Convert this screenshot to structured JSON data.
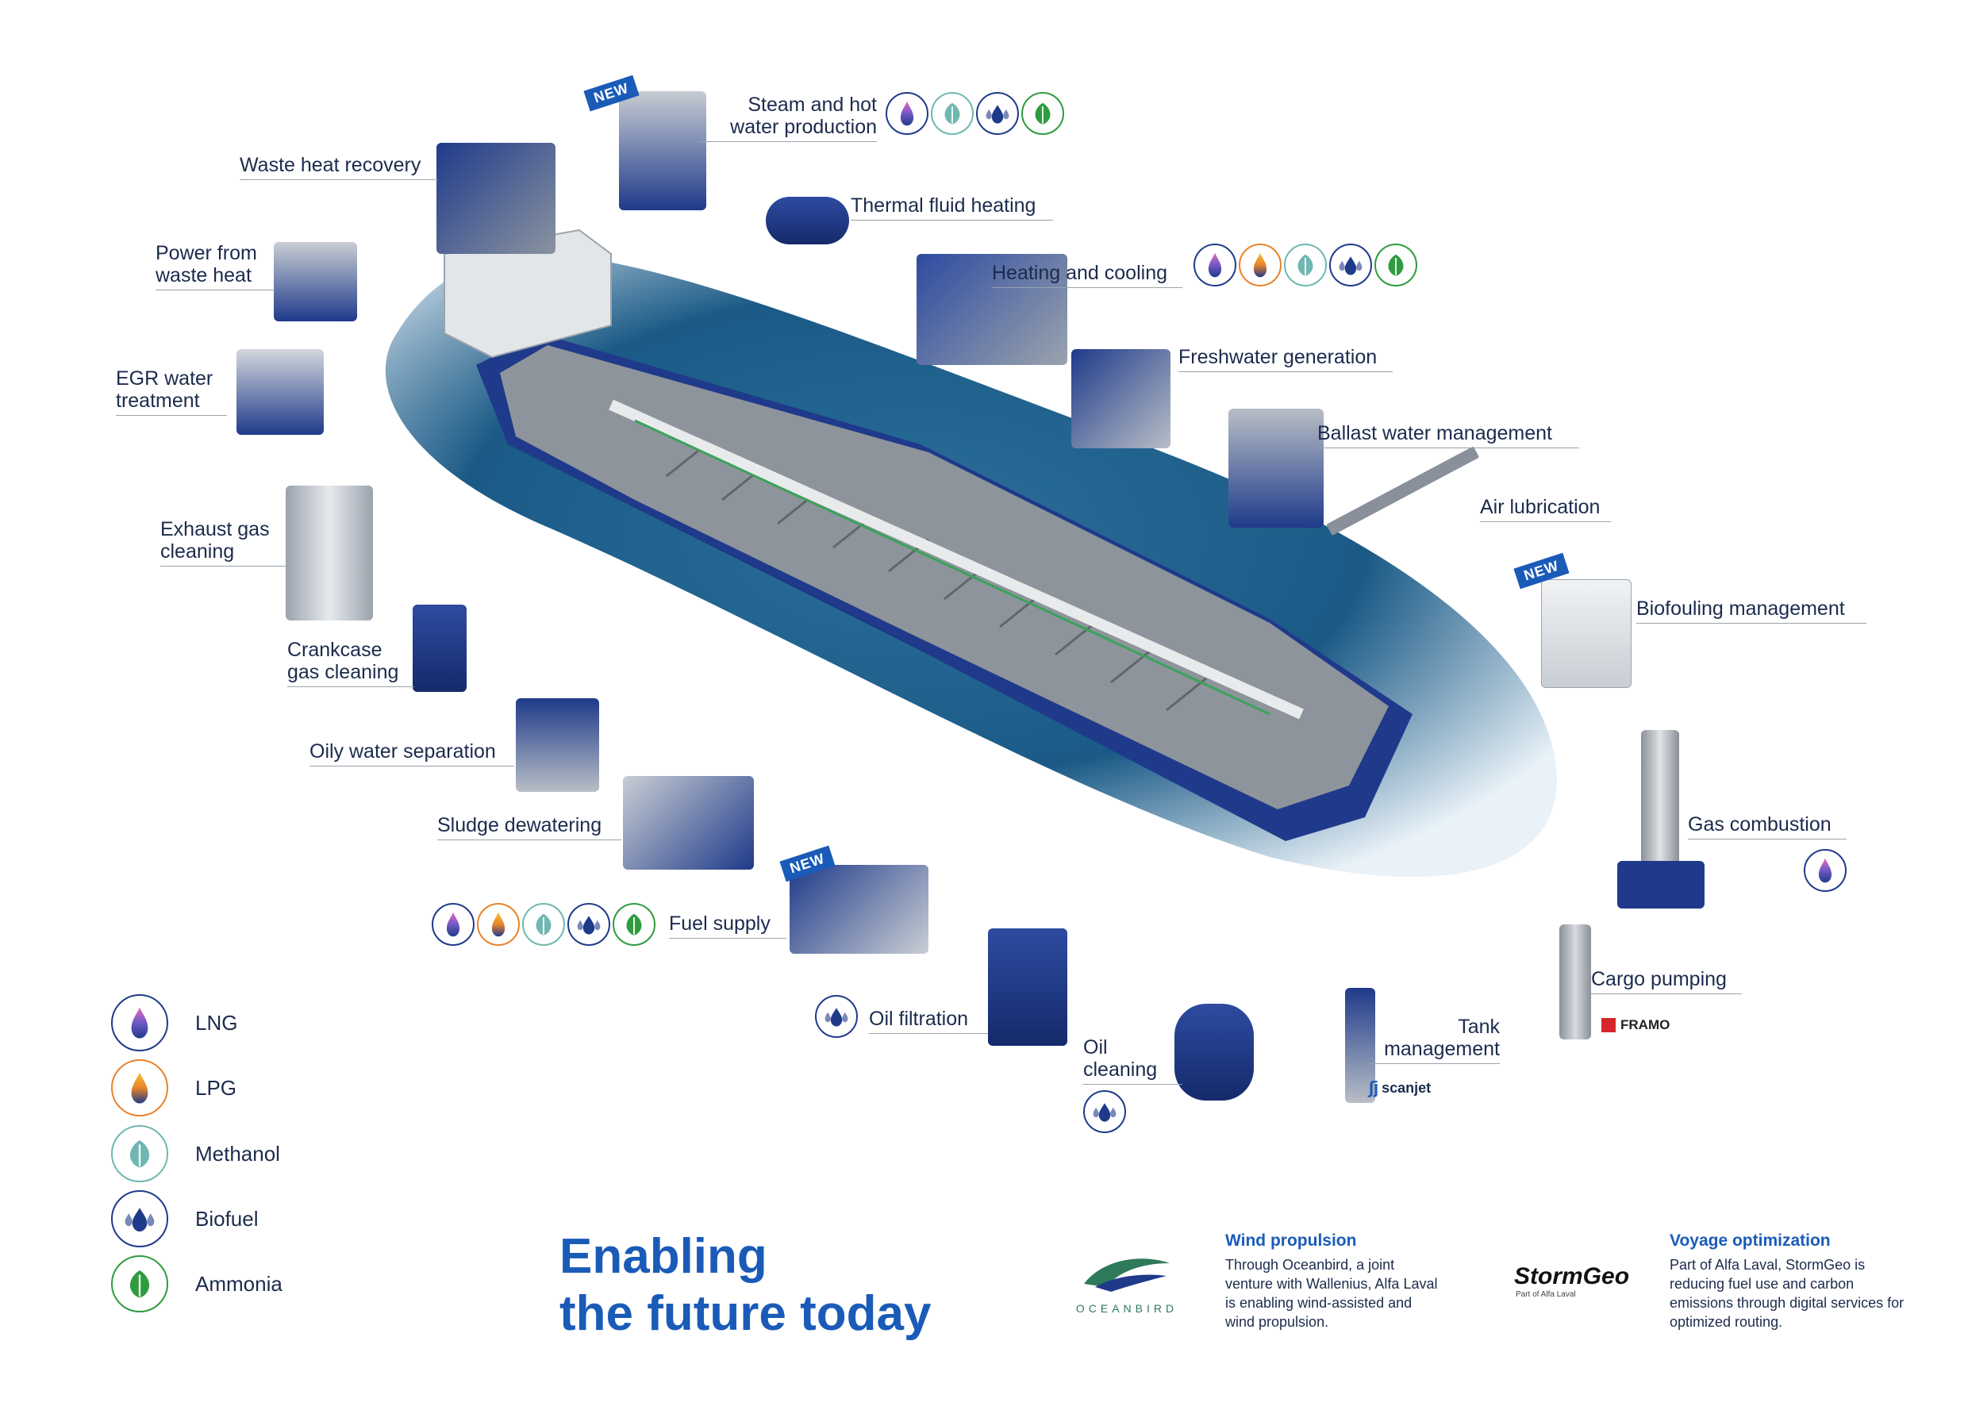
{
  "labels": {
    "steam": "Steam and hot water production",
    "waste_heat_recovery": "Waste heat recovery",
    "thermal_fluid": "Thermal fluid heating",
    "power_waste_heat": "Power from waste heat",
    "heating_cooling": "Heating and cooling",
    "egr": "EGR water treatment",
    "freshwater": "Freshwater generation",
    "ballast": "Ballast water management",
    "exhaust": "Exhaust gas cleaning",
    "air_lubrication": "Air lubrication",
    "biofouling": "Biofouling management",
    "crankcase": "Crankcase gas cleaning",
    "oily_water": "Oily water separation",
    "gas_combustion": "Gas combustion",
    "sludge": "Sludge dewatering",
    "fuel_supply": "Fuel supply",
    "cargo_pumping": "Cargo pumping",
    "oil_filtration": "Oil filtration",
    "tank_management": "Tank management",
    "oil_cleaning": "Oil cleaning"
  },
  "new_tag": "NEW",
  "legend": [
    {
      "key": "lng",
      "label": "LNG"
    },
    {
      "key": "lpg",
      "label": "LPG"
    },
    {
      "key": "methanol",
      "label": "Methanol"
    },
    {
      "key": "biofuel",
      "label": "Biofuel"
    },
    {
      "key": "ammonia",
      "label": "Ammonia"
    }
  ],
  "title_line1": "Enabling",
  "title_line2": "the future today",
  "oceanbird_logo": "OCEANBIRD",
  "wind": {
    "heading": "Wind propulsion",
    "body": "Through Oceanbird, a joint venture with Wallenius, Alfa Laval is enabling wind-assisted and wind propulsion."
  },
  "stormgeo_logo": "StormGeo",
  "stormgeo_sub": "Part of Alfa Laval",
  "voyage": {
    "heading": "Voyage optimization",
    "body": "Part of Alfa Laval, StormGeo is reducing fuel use and carbon emissions through digital services for optimized routing."
  },
  "framo_logo": "FRAMO",
  "scanjet_logo": "scanjet",
  "colors": {
    "brand_blue": "#1a5bb8",
    "ship_hull": "#1f3a8a",
    "lng": "#1f3a8a",
    "lpg": "#e8832a",
    "methanol": "#6fb7b1",
    "ammonia": "#2e9b3e"
  }
}
